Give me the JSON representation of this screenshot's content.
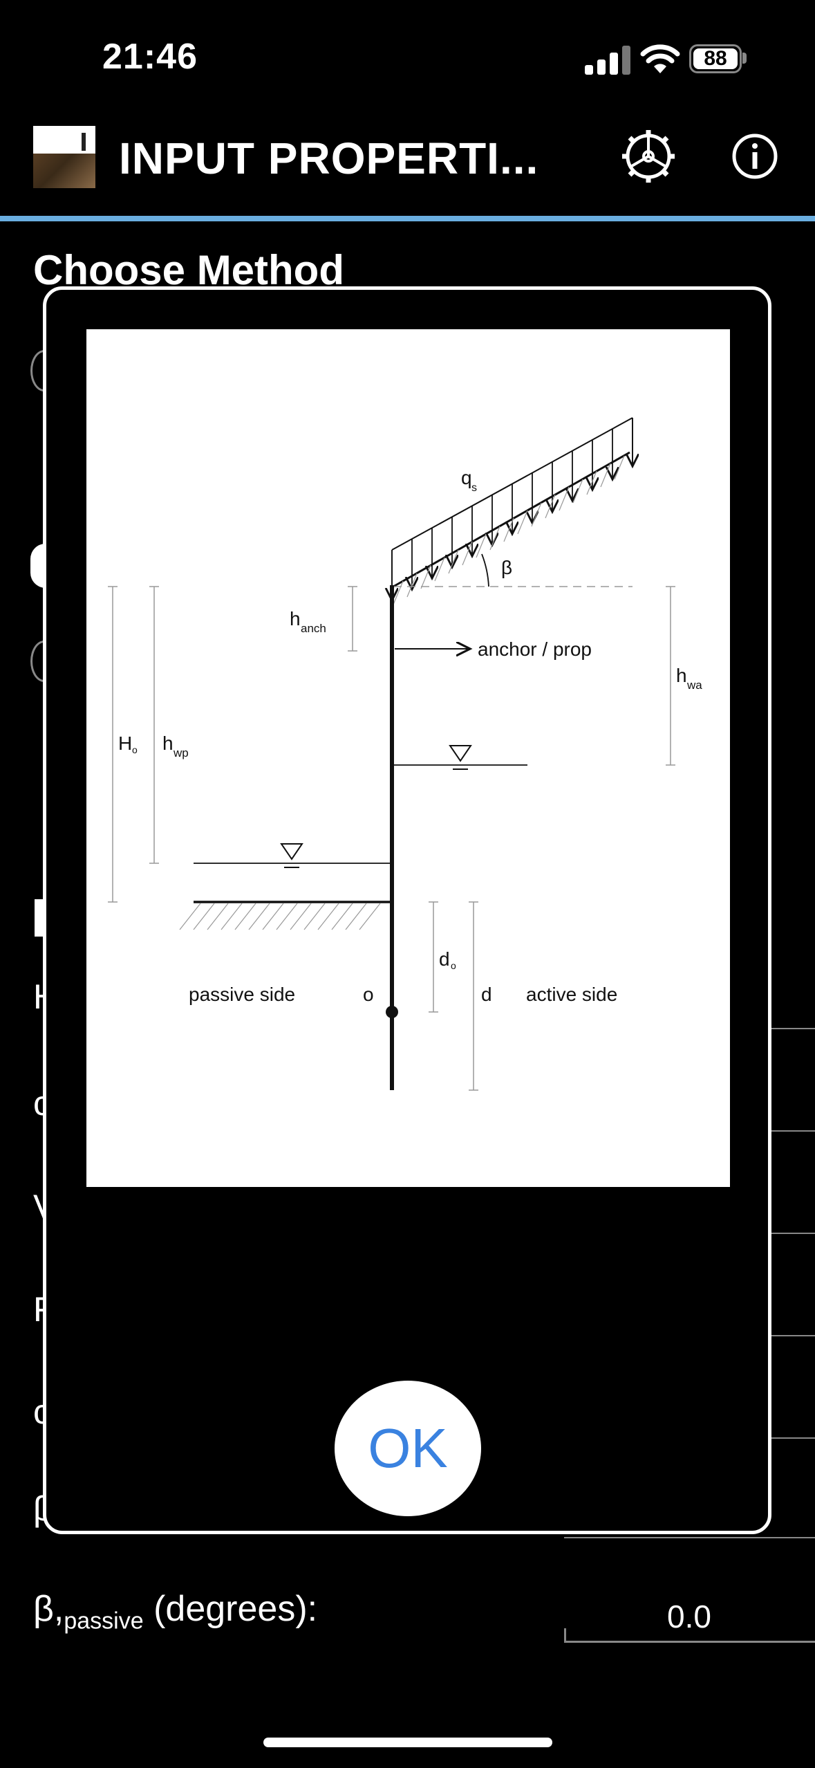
{
  "status_bar": {
    "time": "21:46",
    "battery": "88"
  },
  "header": {
    "title": "INPUT PROPERTI..."
  },
  "background": {
    "heading": "Choose Method",
    "fragments": [
      "H",
      "c",
      "V",
      "F",
      "c",
      "β,"
    ],
    "beta_passive": {
      "symbol": "β,",
      "subscript": "passive",
      "unit": " (degrees):",
      "value": "0.0"
    }
  },
  "modal": {
    "diagram": {
      "labels": {
        "qs_main": "q",
        "qs_sub": "s",
        "beta": "β",
        "hanch_main": "h",
        "hanch_sub": "anch",
        "anchor": "anchor / prop",
        "hwa_main": "h",
        "hwa_sub": "wa",
        "H0_main": "H",
        "H0_sub": "o",
        "hwp_main": "h",
        "hwp_sub": "wp",
        "d0_main": "d",
        "d0_sub": "o",
        "d": "d",
        "o": "o",
        "passive": "passive side",
        "active": "active side"
      }
    },
    "ok_label": "OK"
  }
}
